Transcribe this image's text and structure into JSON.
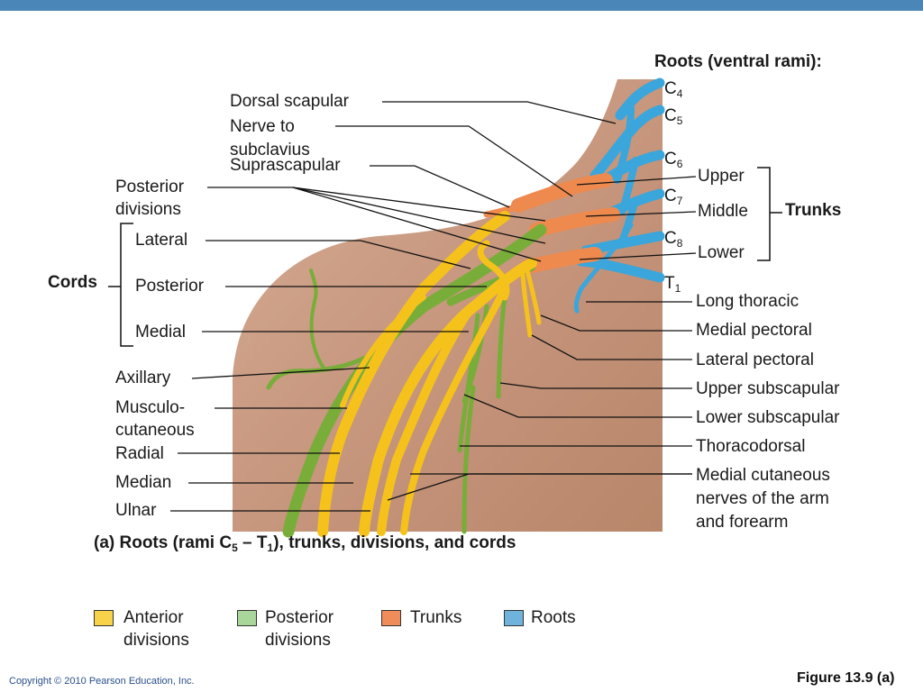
{
  "header": {
    "roots_title": "Roots (ventral rami):"
  },
  "roots": [
    {
      "letter": "C",
      "num": "4"
    },
    {
      "letter": "C",
      "num": "5"
    },
    {
      "letter": "C",
      "num": "6"
    },
    {
      "letter": "C",
      "num": "7"
    },
    {
      "letter": "C",
      "num": "8"
    },
    {
      "letter": "T",
      "num": "1"
    }
  ],
  "trunks": {
    "title": "Trunks",
    "upper": "Upper",
    "middle": "Middle",
    "lower": "Lower"
  },
  "left_labels": {
    "dorsal_scapular": "Dorsal scapular",
    "nerve_to_subclavius_1": "Nerve to",
    "nerve_to_subclavius_2": "subclavius",
    "suprascapular": "Suprascapular",
    "posterior_divisions_1": "Posterior",
    "posterior_divisions_2": "divisions",
    "cords": "Cords",
    "lateral": "Lateral",
    "posterior": "Posterior",
    "medial": "Medial",
    "axillary": "Axillary",
    "musculo_1": "Musculo-",
    "musculo_2": "cutaneous",
    "radial": "Radial",
    "median": "Median",
    "ulnar": "Ulnar"
  },
  "right_labels": {
    "long_thoracic": "Long thoracic",
    "medial_pectoral": "Medial pectoral",
    "lateral_pectoral": "Lateral pectoral",
    "upper_subscapular": "Upper subscapular",
    "lower_subscapular": "Lower subscapular",
    "thoracodorsal": "Thoracodorsal",
    "medial_cutaneous_1": "Medial cutaneous",
    "medial_cutaneous_2": "nerves of the arm",
    "medial_cutaneous_3": "and forearm"
  },
  "caption": {
    "part1": "(a) Roots (rami C",
    "sub1": "5",
    "part2": " – T",
    "sub2": "1",
    "part3": "), trunks, divisions, and cords"
  },
  "legend": [
    {
      "label1": "Anterior",
      "label2": "divisions",
      "color": "#f7d24a"
    },
    {
      "label1": "Posterior",
      "label2": "divisions",
      "color": "#a9d69a"
    },
    {
      "label1": "Trunks",
      "label2": "",
      "color": "#ef8c5a"
    },
    {
      "label1": "Roots",
      "label2": "",
      "color": "#6fb3dc"
    }
  ],
  "colors": {
    "skin": "#c99a82",
    "roots": "#3aa6dc",
    "trunks": "#ef8a4e",
    "anterior": "#f5c21c",
    "posterior": "#79ad3a",
    "topbar": "#4a86b8"
  },
  "footer": {
    "copyright": "Copyright © 2010 Pearson Education, Inc.",
    "figure": "Figure 13.9 (a)"
  }
}
